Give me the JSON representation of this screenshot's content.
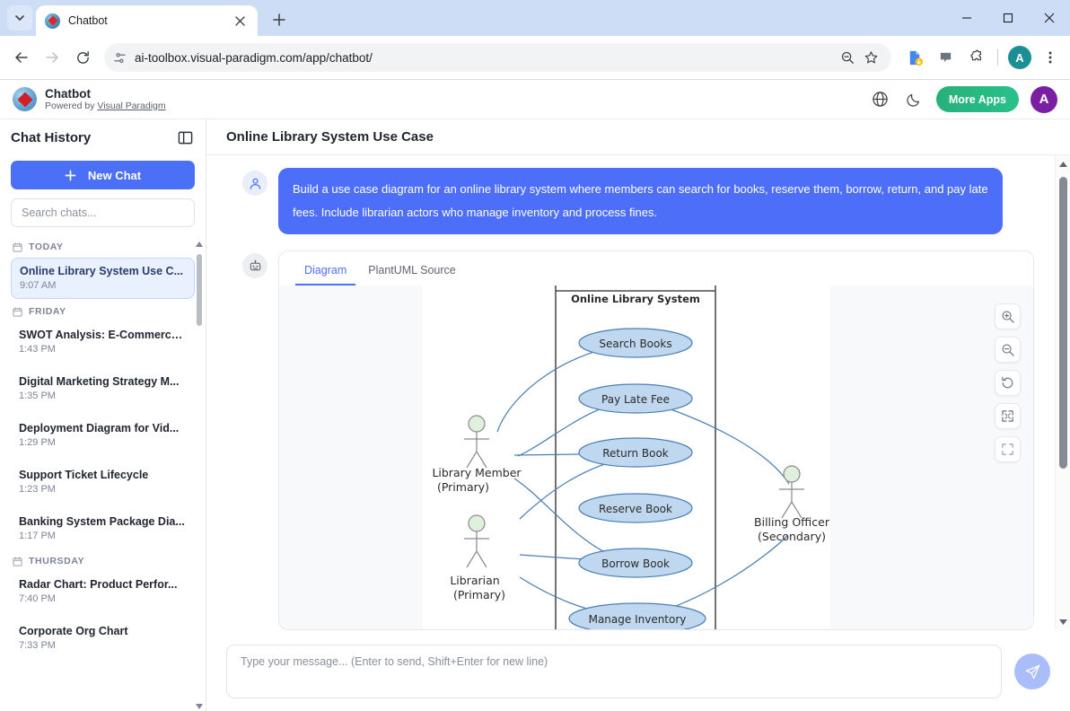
{
  "browser": {
    "tab": {
      "title": "Chatbot",
      "favicon": "visual-paradigm-globe-icon"
    },
    "url": "ai-toolbox.visual-paradigm.com/app/chatbot/",
    "profile_initial": "A",
    "window_controls": {
      "minimize": "minimize-icon",
      "maximize": "maximize-icon",
      "close": "close-icon"
    }
  },
  "app_header": {
    "name": "Chatbot",
    "powered_prefix": "Powered by ",
    "powered_link": "Visual Paradigm",
    "language_icon": "globe-icon",
    "theme_icon": "moon-icon",
    "more_apps_label": "More Apps",
    "avatar_initial": "A",
    "more_apps_color": "#2ab583",
    "avatar_color": "#7b1fa2"
  },
  "sidebar": {
    "title": "Chat History",
    "collapse_icon": "sidebar-toggle-icon",
    "new_chat_label": "New Chat",
    "new_chat_color": "#4b6ff5",
    "search_placeholder": "Search chats...",
    "search_value": "",
    "groups": [
      {
        "label": "TODAY",
        "items": [
          {
            "title": "Online Library System Use C...",
            "time": "9:07 AM",
            "active": true
          }
        ]
      },
      {
        "label": "FRIDAY",
        "items": [
          {
            "title": "SWOT Analysis: E-Commerce...",
            "time": "1:43 PM",
            "active": false
          },
          {
            "title": "Digital Marketing Strategy M...",
            "time": "1:35 PM",
            "active": false
          },
          {
            "title": "Deployment Diagram for Vid...",
            "time": "1:29 PM",
            "active": false
          },
          {
            "title": "Support Ticket Lifecycle",
            "time": "1:23 PM",
            "active": false
          },
          {
            "title": "Banking System Package Dia...",
            "time": "1:17 PM",
            "active": false
          }
        ]
      },
      {
        "label": "THURSDAY",
        "items": [
          {
            "title": "Radar Chart: Product Perfor...",
            "time": "7:40 PM",
            "active": false
          },
          {
            "title": "Corporate Org Chart",
            "time": "7:33 PM",
            "active": false
          }
        ]
      }
    ]
  },
  "main": {
    "title": "Online Library System Use Case",
    "user_message": "Build a use case diagram for an online library system where members can search for books, reserve them, borrow, return, and pay late fees. Include librarian actors who manage inventory and process fines.",
    "user_bubble_color": "#4d6ef8",
    "user_icon": "user-avatar-icon",
    "bot_icon": "robot-icon",
    "card_tabs": [
      {
        "label": "Diagram",
        "active": true
      },
      {
        "label": "PlantUML Source",
        "active": false
      }
    ],
    "zoom_tools": [
      {
        "name": "zoom-in-icon"
      },
      {
        "name": "zoom-out-icon"
      },
      {
        "name": "reset-rotate-icon"
      },
      {
        "name": "fit-screen-icon"
      },
      {
        "name": "fullscreen-icon"
      }
    ]
  },
  "diagram": {
    "type": "uml-use-case-diagram",
    "system_boundary": "Online Library System",
    "use_cases": [
      "Search Books",
      "Pay Late Fee",
      "Return Book",
      "Reserve Book",
      "Borrow Book",
      "Manage Inventory"
    ],
    "actors": [
      {
        "name": "Library Member",
        "role": "(Primary)",
        "side": "left"
      },
      {
        "name": "Librarian",
        "role": "(Primary)",
        "side": "left"
      },
      {
        "name": "Billing Officer",
        "role": "(Secondary)",
        "side": "right"
      }
    ],
    "associations": [
      {
        "actor": "Library Member",
        "use_case": "Search Books"
      },
      {
        "actor": "Library Member",
        "use_case": "Pay Late Fee"
      },
      {
        "actor": "Library Member",
        "use_case": "Return Book"
      },
      {
        "actor": "Library Member",
        "use_case": "Borrow Book"
      },
      {
        "actor": "Librarian",
        "use_case": "Reserve Book"
      },
      {
        "actor": "Librarian",
        "use_case": "Borrow Book"
      },
      {
        "actor": "Librarian",
        "use_case": "Manage Inventory"
      },
      {
        "actor": "Billing Officer",
        "use_case": "Pay Late Fee"
      },
      {
        "actor": "Billing Officer",
        "use_case": "Manage Inventory"
      }
    ],
    "colors": {
      "ellipse_fill": "#bfd7ef",
      "ellipse_stroke": "#4a7fb5",
      "actor_head_fill": "#dff0dd",
      "actor_stroke": "#8a8a8a",
      "boundary_stroke": "#4f4f4f",
      "link_stroke": "#4a7fb5"
    }
  },
  "composer": {
    "placeholder": "Type your message... (Enter to send, Shift+Enter for new line)",
    "value": "",
    "send_icon": "send-paper-plane-icon",
    "send_color": "#a9bdf9"
  }
}
